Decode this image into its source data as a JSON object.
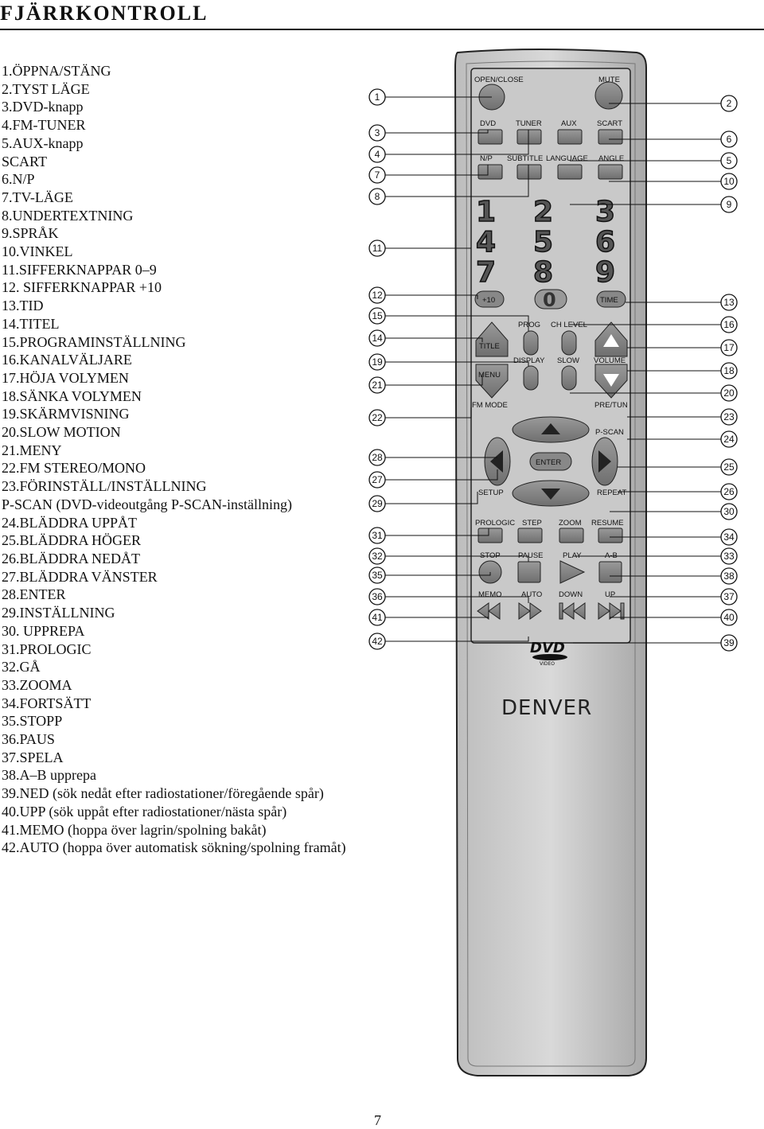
{
  "title": "FJÄRRKONTROLL",
  "page_number": "7",
  "items": [
    "1.ÖPPNA/STÄNG",
    "2.TYST LÄGE",
    "3.DVD-knapp",
    "4.FM-TUNER",
    "5.AUX-knapp",
    "SCART",
    "6.N/P",
    "7.TV-LÄGE",
    "8.UNDERTEXTNING",
    "9.SPRÅK",
    "10.VINKEL",
    "11.SIFFERKNAPPAR 0–9",
    "12. SIFFERKNAPPAR +10",
    "13.TID",
    "14.TITEL",
    "15.PROGRAMINSTÄLLNING",
    "16.KANALVÄLJARE",
    "17.HÖJA VOLYMEN",
    "18.SÄNKA VOLYMEN",
    "19.SKÄRMVISNING",
    "20.SLOW MOTION",
    "21.MENY",
    "22.FM STEREO/MONO",
    "23.FÖRINSTÄLL/INSTÄLLNING",
    "P-SCAN (DVD-videoutgång P-SCAN-inställning)",
    "24.BLÄDDRA UPPÅT",
    "25.BLÄDDRA HÖGER",
    "26.BLÄDDRA NEDÅT",
    "27.BLÄDDRA VÄNSTER",
    "28.ENTER",
    "29.INSTÄLLNING",
    "30. UPPREPA",
    "31.PROLOGIC",
    "32.GÅ",
    "33.ZOOMA",
    "34.FORTSÄTT",
    "35.STOPP",
    "36.PAUS",
    "37.SPELA",
    "38.A–B upprepa",
    "39.NED (sök nedåt efter radiostationer/föregående spår)",
    "40.UPP (sök uppåt efter radiostationer/nästa spår)",
    "41.MEMO (hoppa över lagrin/spolning bakåt)",
    "42.AUTO (hoppa över automatisk sökning/spolning framåt)"
  ],
  "remote": {
    "brand": "DENVER",
    "logo": "DVD",
    "logo_sub": "VIDEO",
    "labels": {
      "open_close": "OPEN/CLOSE",
      "mute": "MUTE",
      "dvd": "DVD",
      "tuner": "TUNER",
      "aux": "AUX",
      "scart": "SCART",
      "np": "N/P",
      "subtitle": "SUBTITLE",
      "language": "LANGUAGE",
      "angle": "ANGLE",
      "plus10": "+10",
      "zero": "0",
      "time": "TIME",
      "prog": "PROG",
      "chlevel": "CH LEVEL",
      "title": "TITLE",
      "display": "DISPLAY",
      "slow": "SLOW",
      "volume": "VOLUME",
      "menu": "MENU",
      "fmmode": "FM MODE",
      "pretun": "PRE/TUN",
      "pscan": "P-SCAN",
      "enter": "ENTER",
      "setup": "SETUP",
      "repeat": "REPEAT",
      "prologic": "PROLOGIC",
      "step": "STEP",
      "zoom": "ZOOM",
      "resume": "RESUME",
      "stop": "STOP",
      "pause": "PAUSE",
      "play": "PLAY",
      "ab": "A-B",
      "memo": "MEMO",
      "auto": "AUTO",
      "down": "DOWN",
      "up": "UP"
    },
    "digits": [
      "1",
      "2",
      "3",
      "4",
      "5",
      "6",
      "7",
      "8",
      "9"
    ],
    "callouts_left": [
      "1",
      "3",
      "4",
      "7",
      "8",
      "11",
      "12",
      "15",
      "14",
      "19",
      "21",
      "22",
      "28",
      "27",
      "29",
      "31",
      "32",
      "35",
      "36",
      "41",
      "42"
    ],
    "callouts_right": [
      "2",
      "6",
      "5",
      "10",
      "9",
      "13",
      "16",
      "17",
      "18",
      "20",
      "23",
      "24",
      "25",
      "26",
      "30",
      "34",
      "33",
      "38",
      "37",
      "40",
      "39"
    ]
  }
}
